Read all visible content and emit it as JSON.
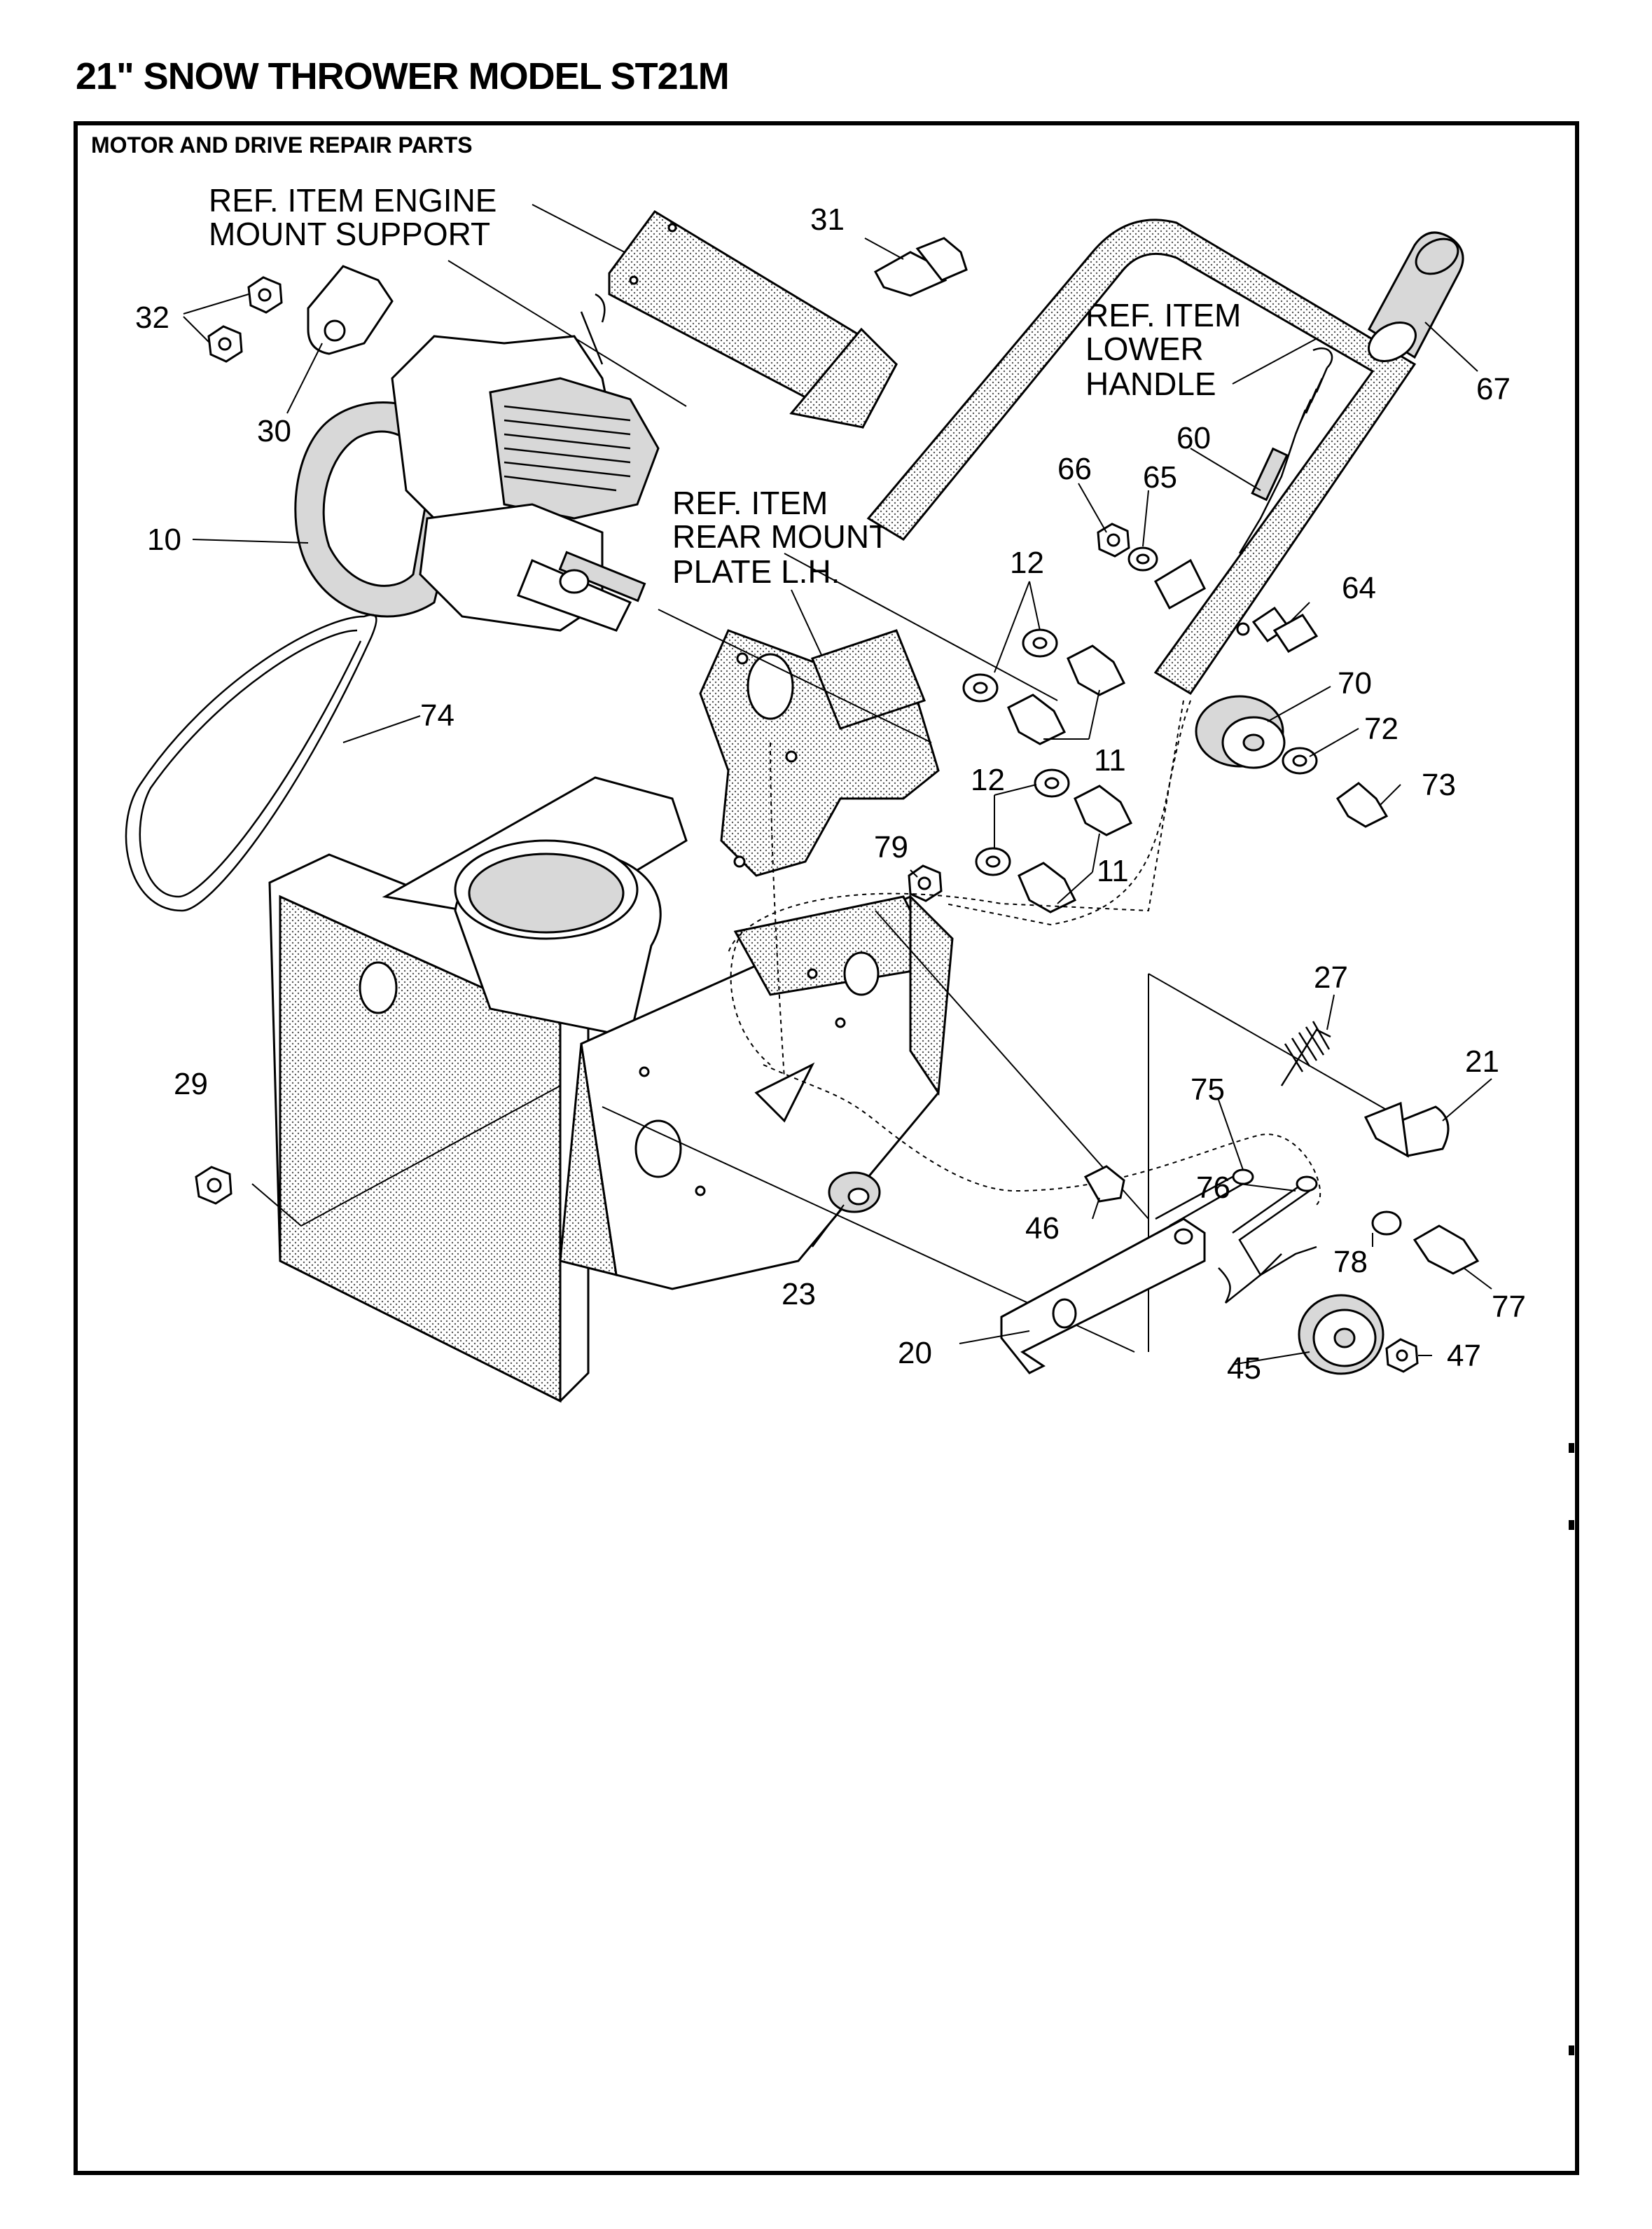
{
  "page": {
    "title": "21\" SNOW THROWER MODEL ST21M",
    "section_title": "MOTOR AND DRIVE REPAIR PARTS"
  },
  "ref_labels": {
    "engine_mount_support": [
      "REF. ITEM ENGINE",
      "MOUNT SUPPORT"
    ],
    "lower_handle": [
      "REF. ITEM",
      "LOWER",
      "HANDLE"
    ],
    "rear_mount_plate": [
      "REF. ITEM",
      "REAR MOUNT",
      "PLATE L.H."
    ]
  },
  "callouts": {
    "c10": "10",
    "c11a": "11",
    "c11b": "11",
    "c12a": "12",
    "c12b": "12",
    "c20": "20",
    "c21": "21",
    "c23": "23",
    "c27": "27",
    "c29": "29",
    "c30": "30",
    "c31": "31",
    "c32": "32",
    "c45": "45",
    "c46": "46",
    "c47": "47",
    "c60": "60",
    "c64": "64",
    "c65": "65",
    "c66": "66",
    "c67": "67",
    "c70": "70",
    "c72": "72",
    "c73": "73",
    "c74": "74",
    "c75": "75",
    "c76": "76",
    "c77": "77",
    "c78": "78",
    "c79": "79"
  }
}
